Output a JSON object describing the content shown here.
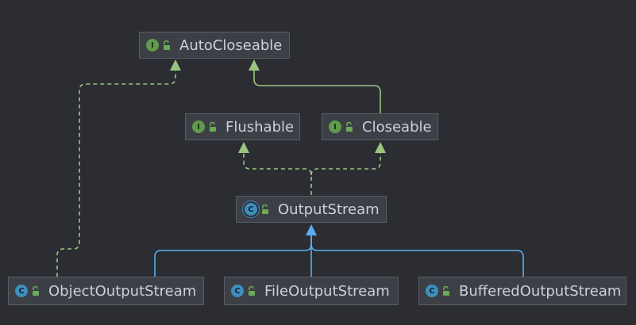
{
  "diagram": {
    "nodes": {
      "autocloseable": {
        "name": "AutoCloseable",
        "kind": "interface",
        "kind_letter": "I"
      },
      "flushable": {
        "name": "Flushable",
        "kind": "interface",
        "kind_letter": "I"
      },
      "closeable": {
        "name": "Closeable",
        "kind": "interface",
        "kind_letter": "I"
      },
      "outputstream": {
        "name": "OutputStream",
        "kind": "abstract-class",
        "kind_letter": "C"
      },
      "objectoutputstream": {
        "name": "ObjectOutputStream",
        "kind": "class",
        "kind_letter": "C"
      },
      "fileoutputstream": {
        "name": "FileOutputStream",
        "kind": "class",
        "kind_letter": "C"
      },
      "bufferedoutputstream": {
        "name": "BufferedOutputStream",
        "kind": "class",
        "kind_letter": "C"
      }
    },
    "edges": [
      {
        "from": "closeable",
        "to": "autocloseable",
        "type": "extends"
      },
      {
        "from": "objectoutputstream",
        "to": "autocloseable",
        "type": "implements"
      },
      {
        "from": "outputstream",
        "to": "flushable",
        "type": "implements"
      },
      {
        "from": "outputstream",
        "to": "closeable",
        "type": "implements"
      },
      {
        "from": "objectoutputstream",
        "to": "outputstream",
        "type": "extends"
      },
      {
        "from": "fileoutputstream",
        "to": "outputstream",
        "type": "extends"
      },
      {
        "from": "bufferedoutputstream",
        "to": "outputstream",
        "type": "extends"
      }
    ]
  },
  "colors": {
    "background": "#2b2d33",
    "interface_edge": "#9bc47f",
    "class_edge": "#5aaef0",
    "node_fill": "#3c3f45",
    "node_border": "#5a5d63",
    "text": "#cdd1d6"
  }
}
